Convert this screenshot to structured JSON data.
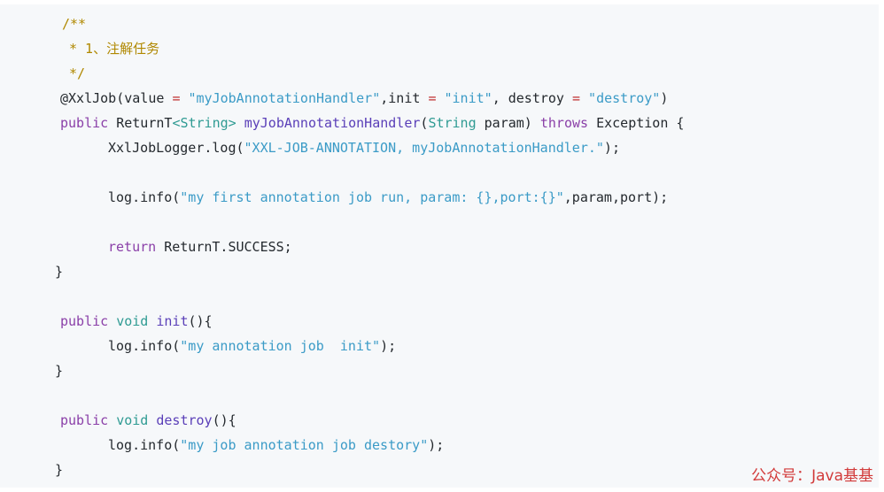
{
  "code": {
    "lines": [
      {
        "indent": 70,
        "tokens": [
          {
            "t": "/**",
            "k": "comment"
          }
        ]
      },
      {
        "indent": 78,
        "tokens": [
          {
            "t": "* 1、注解任务",
            "k": "comment"
          }
        ]
      },
      {
        "indent": 78,
        "tokens": [
          {
            "t": "*/",
            "k": "comment"
          }
        ]
      },
      {
        "indent": 68,
        "tokens": [
          {
            "t": "@XxlJob(value ",
            "k": "plain"
          },
          {
            "t": "=",
            "k": "op"
          },
          {
            "t": " \"myJobAnnotationHandler\"",
            "k": "string"
          },
          {
            "t": ",init ",
            "k": "plain"
          },
          {
            "t": "=",
            "k": "op"
          },
          {
            "t": " \"init\"",
            "k": "string"
          },
          {
            "t": ", destroy ",
            "k": "plain"
          },
          {
            "t": "=",
            "k": "op"
          },
          {
            "t": " \"destroy\"",
            "k": "string"
          },
          {
            "t": ")",
            "k": "plain"
          }
        ]
      },
      {
        "indent": 68,
        "tokens": [
          {
            "t": "public",
            "k": "keyword"
          },
          {
            "t": " ReturnT",
            "k": "plain"
          },
          {
            "t": "<String>",
            "k": "type"
          },
          {
            "t": " myJobAnnotationHandler",
            "k": "func"
          },
          {
            "t": "(",
            "k": "plain"
          },
          {
            "t": "String",
            "k": "type"
          },
          {
            "t": " param) ",
            "k": "plain"
          },
          {
            "t": "throws",
            "k": "keyword"
          },
          {
            "t": " Exception {",
            "k": "plain"
          }
        ]
      },
      {
        "indent": 122,
        "tokens": [
          {
            "t": "XxlJobLogger.log(",
            "k": "plain"
          },
          {
            "t": "\"XXL-JOB-ANNOTATION, myJobAnnotationHandler.\"",
            "k": "string"
          },
          {
            "t": ");",
            "k": "plain"
          }
        ]
      },
      {
        "indent": 122,
        "tokens": []
      },
      {
        "indent": 122,
        "tokens": [
          {
            "t": "log.info(",
            "k": "plain"
          },
          {
            "t": "\"my first annotation job run, param: {},port:{}\"",
            "k": "string"
          },
          {
            "t": ",param,port);",
            "k": "plain"
          }
        ]
      },
      {
        "indent": 122,
        "tokens": []
      },
      {
        "indent": 122,
        "tokens": [
          {
            "t": "return",
            "k": "keyword"
          },
          {
            "t": " ReturnT.SUCCESS;",
            "k": "plain"
          }
        ]
      },
      {
        "indent": 62,
        "tokens": [
          {
            "t": "}",
            "k": "plain"
          }
        ]
      },
      {
        "indent": 62,
        "tokens": []
      },
      {
        "indent": 68,
        "tokens": [
          {
            "t": "public",
            "k": "keyword"
          },
          {
            "t": " ",
            "k": "plain"
          },
          {
            "t": "void",
            "k": "type"
          },
          {
            "t": " init",
            "k": "func"
          },
          {
            "t": "(){",
            "k": "plain"
          }
        ]
      },
      {
        "indent": 122,
        "tokens": [
          {
            "t": "log.info(",
            "k": "plain"
          },
          {
            "t": "\"my annotation job  init\"",
            "k": "string"
          },
          {
            "t": ");",
            "k": "plain"
          }
        ]
      },
      {
        "indent": 62,
        "tokens": [
          {
            "t": "}",
            "k": "plain"
          }
        ]
      },
      {
        "indent": 62,
        "tokens": []
      },
      {
        "indent": 68,
        "tokens": [
          {
            "t": "public",
            "k": "keyword"
          },
          {
            "t": " ",
            "k": "plain"
          },
          {
            "t": "void",
            "k": "type"
          },
          {
            "t": " destroy",
            "k": "func"
          },
          {
            "t": "(){",
            "k": "plain"
          }
        ]
      },
      {
        "indent": 122,
        "tokens": [
          {
            "t": "log.info(",
            "k": "plain"
          },
          {
            "t": "\"my job annotation job destory\"",
            "k": "string"
          },
          {
            "t": ");",
            "k": "plain"
          }
        ]
      },
      {
        "indent": 62,
        "tokens": [
          {
            "t": "}",
            "k": "plain"
          }
        ]
      }
    ]
  },
  "watermark": {
    "text": "公众号：Java基基",
    "color": "#d23a3a"
  },
  "colors": {
    "background": "#f6f8fa",
    "comment": "#b08800",
    "string": "#3b9bc7",
    "keyword": "#8a3fa8",
    "function": "#5a3fb8",
    "type": "#2f9b93",
    "operator": "#c03030",
    "plain": "#24292e"
  }
}
